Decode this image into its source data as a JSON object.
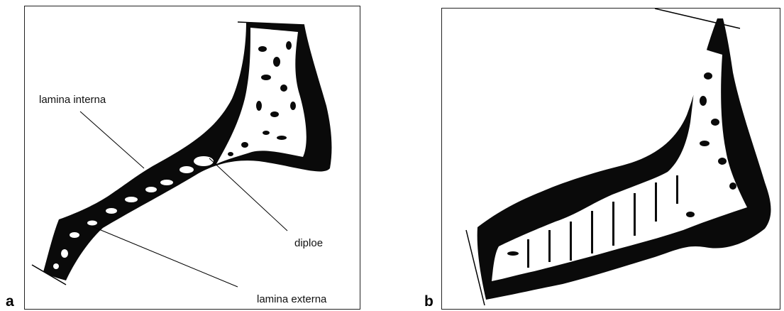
{
  "figure": {
    "panels": [
      {
        "letter": "a"
      },
      {
        "letter": "b"
      }
    ],
    "labels": {
      "lamina_interna": "lamina interna",
      "diploe": "diploe",
      "lamina_externa": "lamina externa"
    }
  },
  "colors": {
    "bone": "#0a0a0a",
    "marrow": "#ffffff",
    "frame": "#222222"
  }
}
